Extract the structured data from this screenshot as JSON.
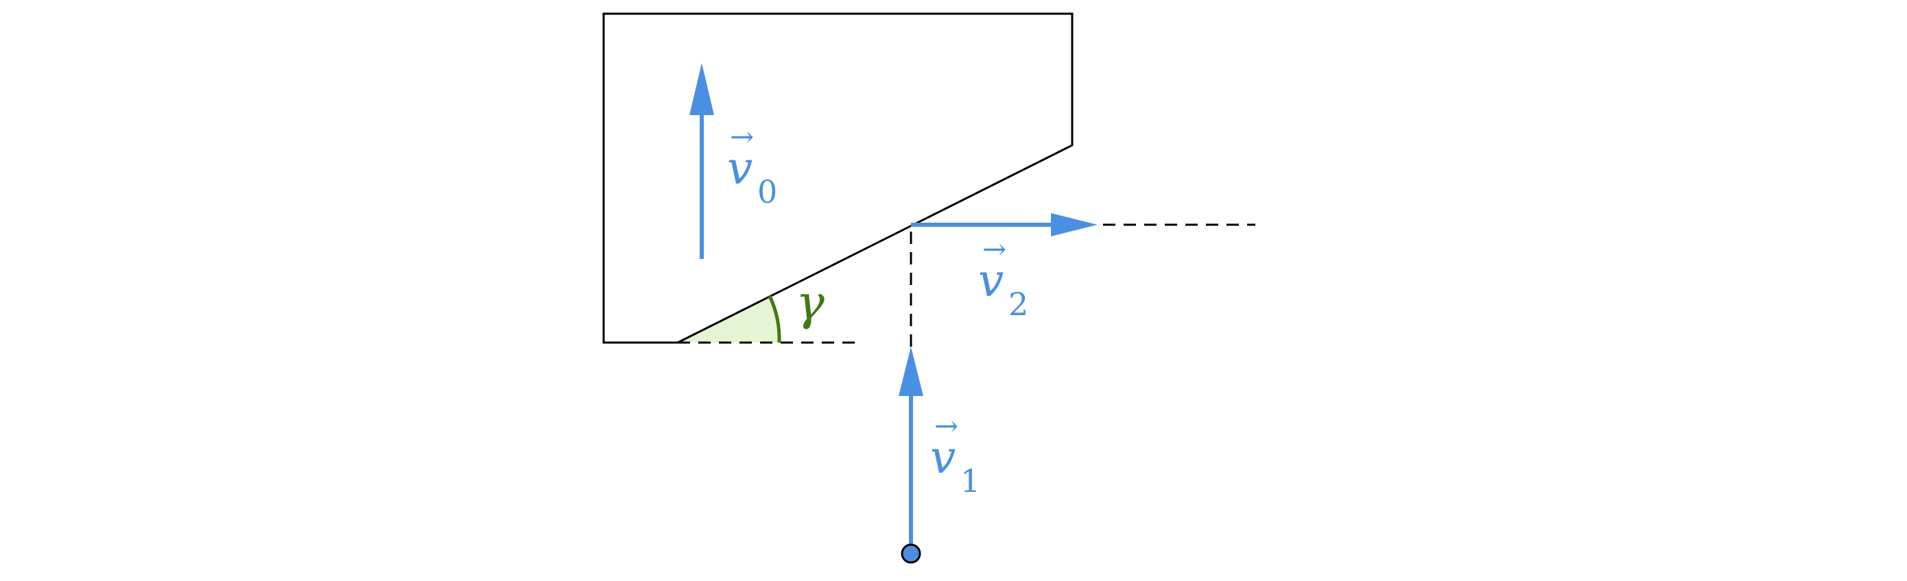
{
  "labels": {
    "v0": {
      "symbol": "v",
      "arrow": "→",
      "sub": "0"
    },
    "v1": {
      "symbol": "v",
      "arrow": "→",
      "sub": "1"
    },
    "v2": {
      "symbol": "v",
      "arrow": "→",
      "sub": "2"
    },
    "gamma": "γ"
  },
  "colors": {
    "vector": "#4a90e2",
    "angle": "#3f7a12",
    "angle_fill": "#e4f4d4",
    "outline": "#000000",
    "background": "#ffffff"
  }
}
